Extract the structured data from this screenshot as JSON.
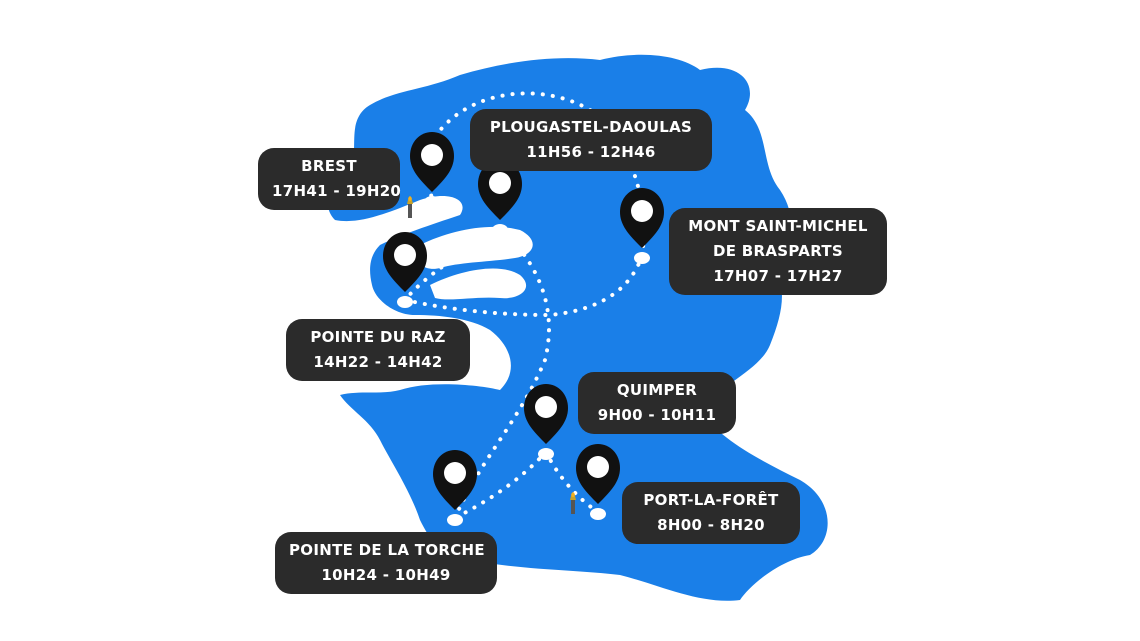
{
  "map": {
    "land_color": "#1a7fe8",
    "route_color": "#ffffff",
    "label_bg": "#2b2b2b",
    "pin_color": "#111111"
  },
  "stops": {
    "brest": {
      "name": "BREST",
      "time": "17H41 - 19H20"
    },
    "plougastel": {
      "name": "PLOUGASTEL-DAOULAS",
      "time": "11H56 - 12H46"
    },
    "mont_saint_michel": {
      "name_line1": "MONT SAINT-MICHEL",
      "name_line2": "DE BRASPARTS",
      "time": "17H07 - 17H27"
    },
    "pointe_du_raz": {
      "name": "POINTE DU RAZ",
      "time": "14H22 - 14H42"
    },
    "quimper": {
      "name": "QUIMPER",
      "time": "9H00 - 10H11"
    },
    "port_la_foret": {
      "name": "PORT-LA-FORÊT",
      "time": "8H00 - 8H20"
    },
    "pointe_de_la_torche": {
      "name": "POINTE DE LA TORCHE",
      "time": "10H24 - 10H49"
    }
  },
  "icons": {
    "pin": "map-pin-icon",
    "torch": "torch-icon"
  }
}
